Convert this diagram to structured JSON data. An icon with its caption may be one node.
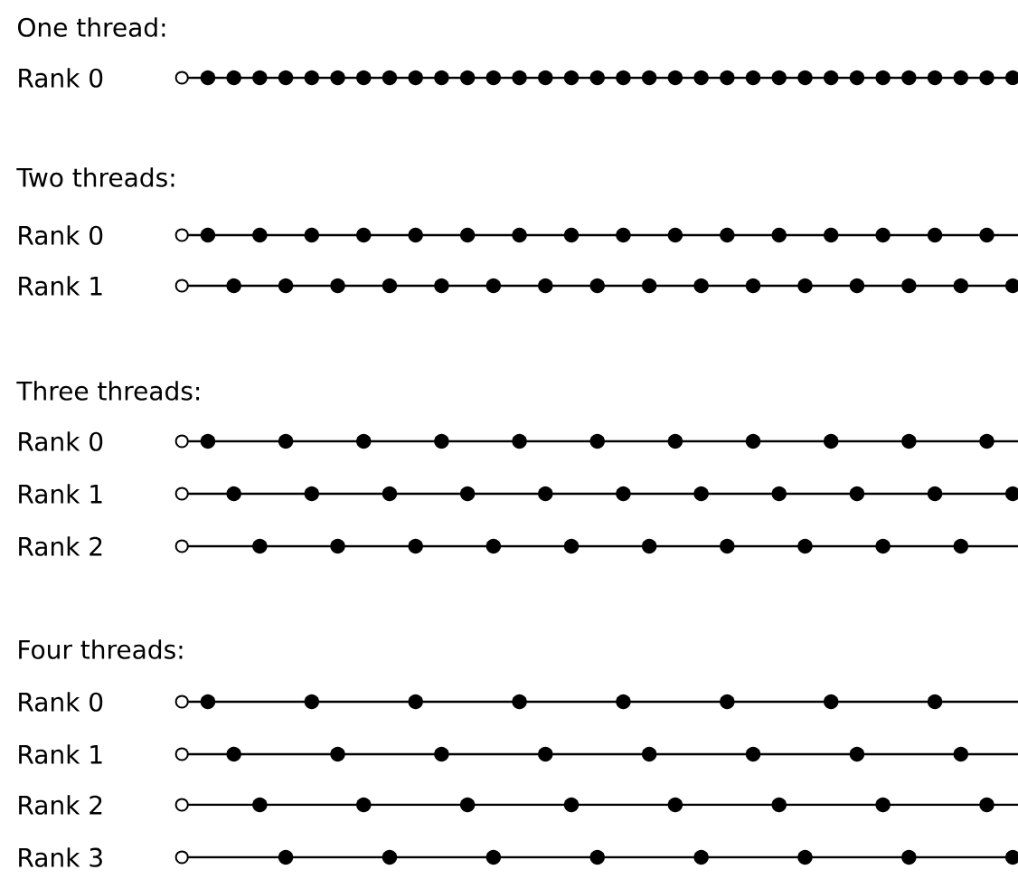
{
  "diagram": {
    "labels": [
      "One thread:",
      "Rank 0",
      "Two threads:",
      "Rank 0",
      "Rank 1",
      "Three threads:",
      "Rank 0",
      "Rank 1",
      "Rank 2",
      "Four threads:",
      "Rank 0",
      "Rank 1",
      "Rank 2",
      "Rank 3"
    ]
  }
}
